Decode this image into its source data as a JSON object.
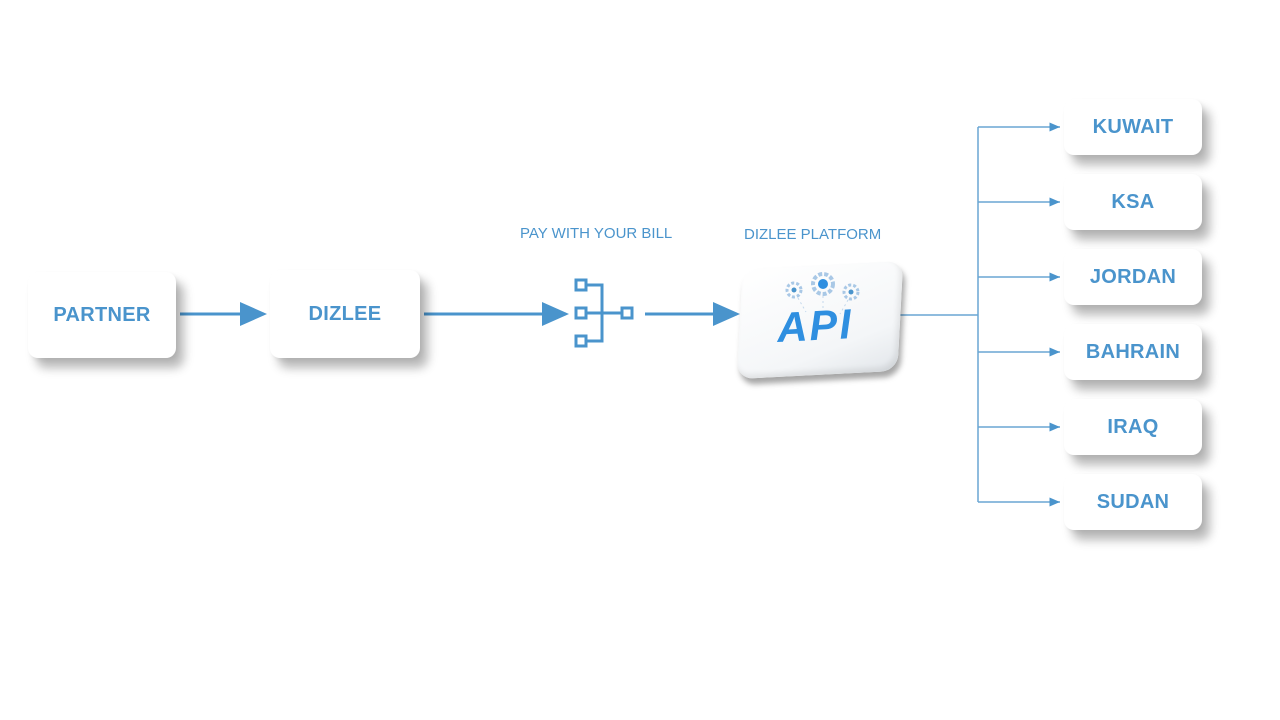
{
  "nodes": {
    "partner": "PARTNER",
    "dizlee": "DIZLEE",
    "pay_with_bill_label": "PAY WITH YOUR BILL",
    "platform_label": "DIZLEE PLATFORM",
    "api_label": "API"
  },
  "countries": [
    "KUWAIT",
    "KSA",
    "JORDAN",
    "BAHRAIN",
    "IRAQ",
    "SUDAN"
  ],
  "colors": {
    "accent": "#4a94cc",
    "api_blue": "#2f8fe0"
  },
  "icons": {
    "hierarchy": "hierarchy-icon",
    "gears": "gears-icon"
  }
}
